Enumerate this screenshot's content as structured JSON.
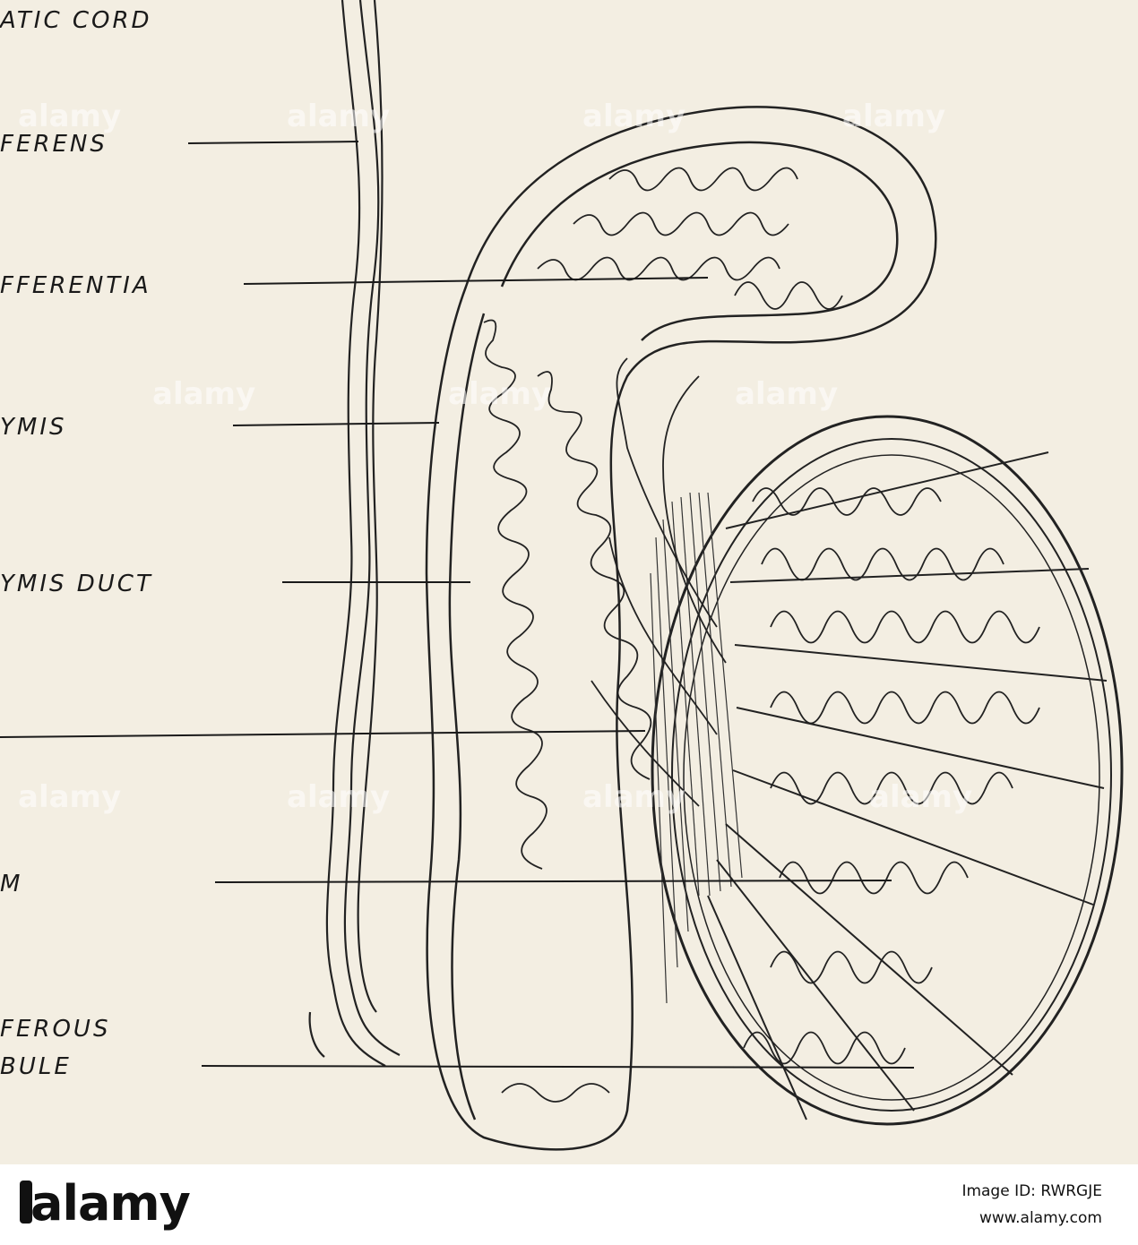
{
  "figure": {
    "labels": [
      {
        "id": "spermatic-cord",
        "text": "ATIC CORD"
      },
      {
        "id": "vas-deferens",
        "text": "FERENS"
      },
      {
        "id": "vasa-efferentia",
        "text": "FFERENTIA"
      },
      {
        "id": "epididymis",
        "text": "YMIS"
      },
      {
        "id": "epididymis-duct",
        "text": "YMIS DUCT"
      },
      {
        "id": "septum",
        "text": "M"
      },
      {
        "id": "seminiferous-1",
        "text": "FEROUS"
      },
      {
        "id": "seminiferous-2",
        "text": "BULE"
      }
    ],
    "watermark": "alamy",
    "colors": {
      "paper": "#f3eee2",
      "ink": "#1a1a1a"
    }
  },
  "footer": {
    "logo_text": "alamy",
    "image_id": "Image ID: RWRGJE",
    "url": "www.alamy.com"
  }
}
